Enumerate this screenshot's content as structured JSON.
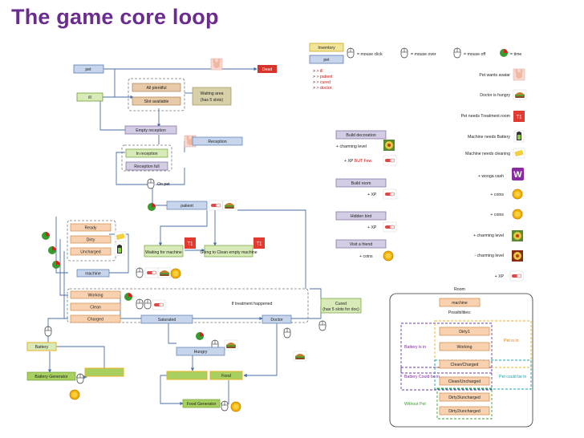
{
  "title": "The game core loop",
  "legend": {
    "inventory": "Inventory",
    "pet": "pet",
    "mouse_click": "= mouse click",
    "mouse_over": "= mouse over",
    "mouse_off": "= mouse off",
    "time": "= time",
    "status_ill": "> ill",
    "status_patient": "> patient",
    "status_cured": "> cured",
    "status_doctor": "> doctor"
  },
  "flow": {
    "pet": "pet",
    "ill": "ill",
    "all_plentiful": "All plentiful",
    "slot_available": "Slot available",
    "waiting_area": "Waiting area",
    "waiting_area_sub": "(has 5 slots)",
    "dead": "Dead",
    "empty_reception": "Empty reception",
    "in_reception": "In reception",
    "reception_full": "Reception full",
    "reception": "Reception",
    "on_pet": "On pet",
    "patient": "patient",
    "waiting_for_machine": "Waiting for machine",
    "going_to_clean": "Going to Clean empty machine",
    "ready": "Ready",
    "dirty": "Dirty",
    "uncharged": "Uncharged",
    "machine": "machine",
    "working": "Working",
    "clean": "Clean",
    "charged": "Charged",
    "if_treatment": "If treatment happened",
    "cured": "Cured",
    "cured_sub": "(has 5 slots for doc)",
    "saturated": "Saturated",
    "doctor": "Doctor",
    "battery": "Battery",
    "battery_generator": "Battery Generator",
    "hungry": "Hungry",
    "food": "Food",
    "food_generator": "Food Generator"
  },
  "rewards": {
    "build_decoration": "Build decoration",
    "charming_level_plus": "+ charming level",
    "xp_but_few": "+ XP",
    "but_few": "BUT Few",
    "build_room": "Build room",
    "xp": "+ XP",
    "hidden_bird": "Hidden bird",
    "visit_a_friend": "Visit a friend",
    "coins": "+ coins"
  },
  "right_legend": {
    "pet_wants_avatar": "Pet wants avatar",
    "doctor_hungry": "Doctor is hungry",
    "pet_needs_treatment": "Pet needs Treatment room",
    "machine_needs_battery": "Machine needs Battery",
    "machine_needs_cleaning": "Machine needs cleaning",
    "wooga_cash": "+ wooga cash",
    "coins": "+ coins",
    "coins2": "+ coins",
    "charming_level_plus": "+ charming level",
    "charming_level_minus": "- charming level",
    "xp": "+ XP"
  },
  "room": {
    "room": "Room",
    "machine": "machine",
    "possibilities": "Possibilities:",
    "dirty1": "Dirty1",
    "working": "Working",
    "clean_charged": "Clean/Charged",
    "clean_uncharged": "Clean/Uncharged",
    "dirty_uncharged": "Dirty3/uncharged",
    "dirty2_uncharged": "Dirty2/uncharged",
    "battery_is_in": "Battery is in",
    "pet_is_in": "Pet is in",
    "battery_could_be_in": "Battery Could be in",
    "pet_could_be_in": "Pet could be in",
    "without_pet": "Without Pet"
  },
  "icons": {
    "t1_badge": "T1",
    "wooga": "W",
    "dead_badge": "Dead"
  },
  "colors": {
    "title": "#6a2c8f",
    "green_box": "#d8eab8",
    "green_border": "#6fa030",
    "blue_box": "#c6d4ec",
    "blue_border": "#5a7ab0",
    "yellow_box": "#f2e59a",
    "yellow_border": "#c9a820",
    "salmon_box": "#f8d2b0",
    "salmon_border": "#d08848",
    "purple_box": "#d4cce4",
    "red_badge": "#d8322a"
  }
}
